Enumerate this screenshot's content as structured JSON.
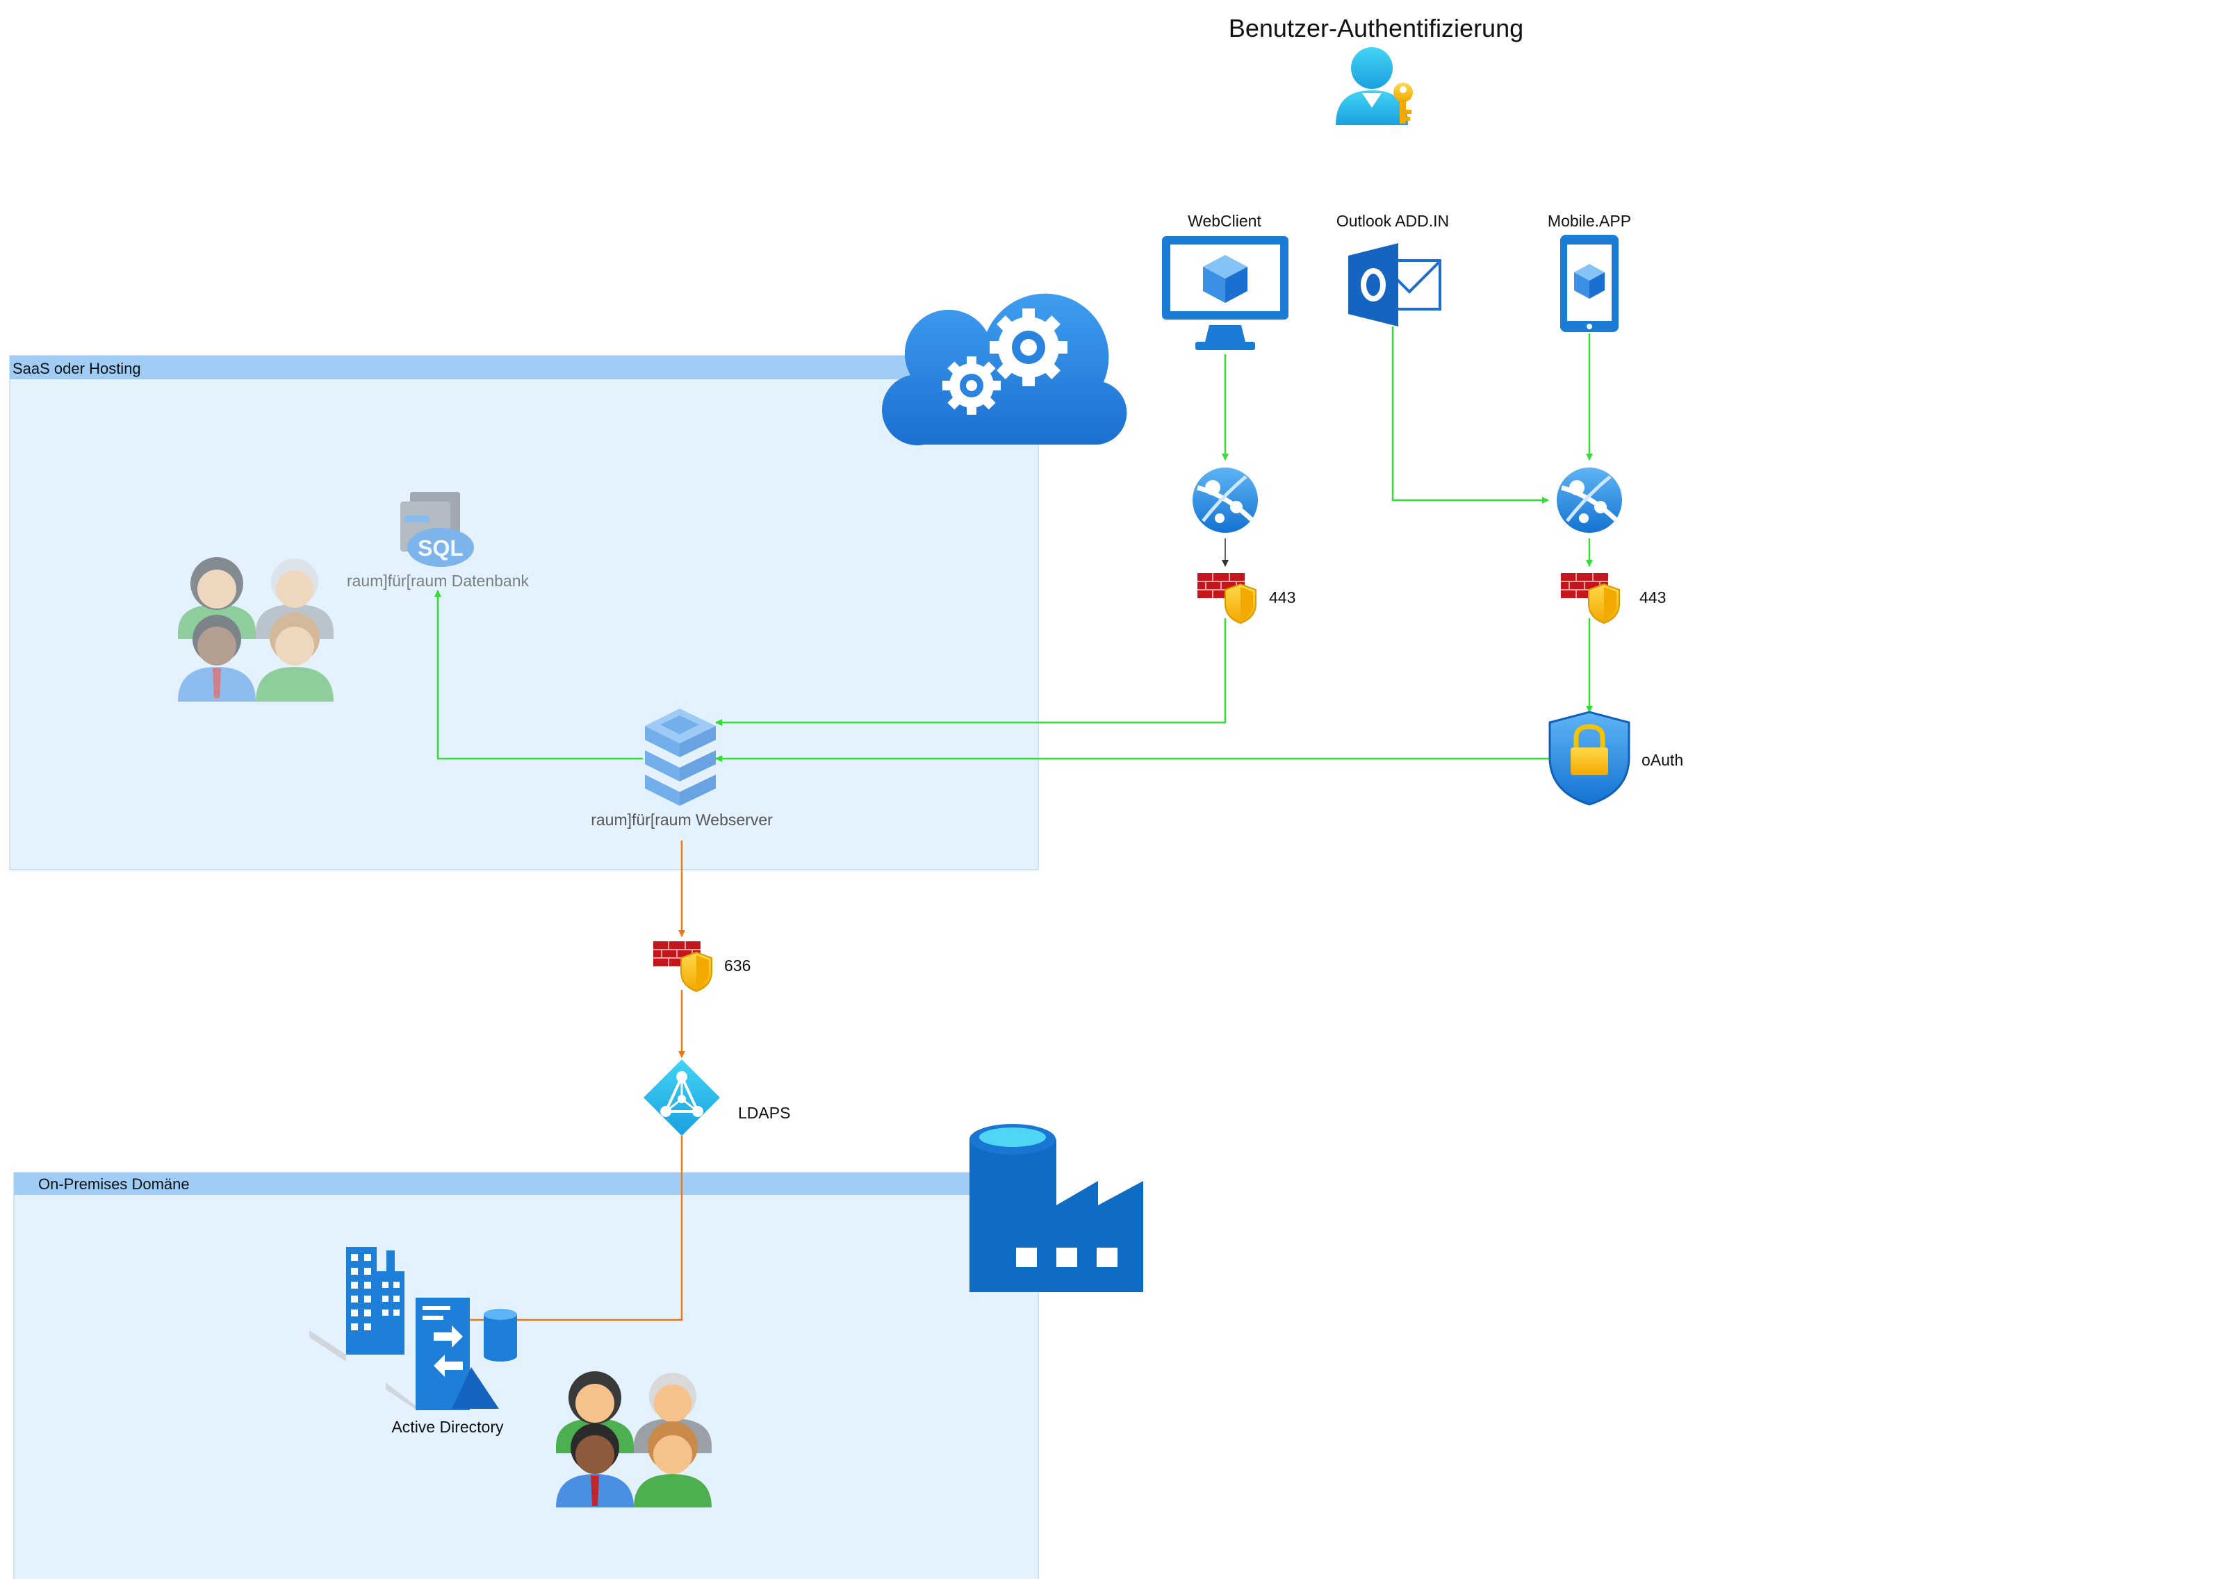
{
  "title": "Benutzer-Authentifizierung",
  "zones": {
    "saas": "SaaS oder Hosting",
    "onprem": "On-Premises Domäne"
  },
  "clients": {
    "webclient": "WebClient",
    "outlook": "Outlook ADD.IN",
    "mobile": "Mobile.APP"
  },
  "ports": {
    "web": "443",
    "mobile": "443",
    "ldap": "636"
  },
  "services": {
    "oauth": "oAuth",
    "ldaps": "LDAPS",
    "webserver": "raum]für[raum Webserver",
    "database": "raum]für[raum Datenbank",
    "ad": "Active Directory"
  },
  "colors": {
    "green_connector": "#33dd33",
    "orange_connector": "#ee7711",
    "zone_fill": "#e3f2fd",
    "zone_header": "#9fcdf5",
    "azure_blue": "#0f78d4"
  }
}
